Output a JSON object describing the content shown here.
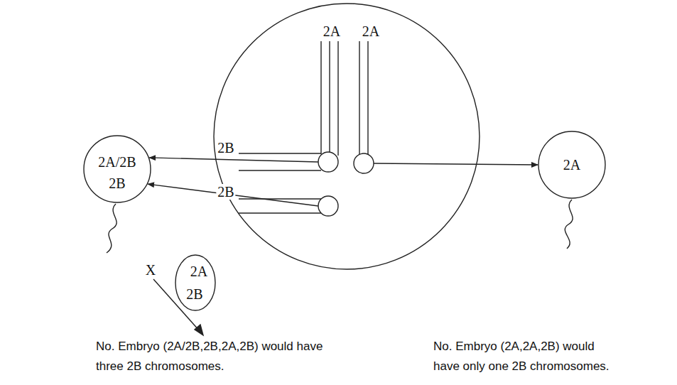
{
  "diagram": {
    "nodes": [
      {
        "text": [
          "2A",
          "2A",
          "2B",
          "2B"
        ]
      },
      {
        "text": [
          "2A/2B",
          "2B"
        ]
      },
      {
        "text": [
          "2A",
          "2B"
        ]
      },
      {
        "text": [
          "2A"
        ]
      }
    ],
    "edges": [
      {
        "from": 0,
        "to": 1,
        "arrow": "to"
      },
      {
        "from": 0,
        "to": 1,
        "arrow": "to"
      },
      {
        "from": 0,
        "to": 3,
        "arrow": "to"
      }
    ],
    "labels": [
      "X",
      "No. Embryo (2A/2B,2B,2A,2B) would have three 2B chromosomes.",
      "No. Embryo (2A,2A,2B) would have only one 2B chromosomes."
    ]
  }
}
